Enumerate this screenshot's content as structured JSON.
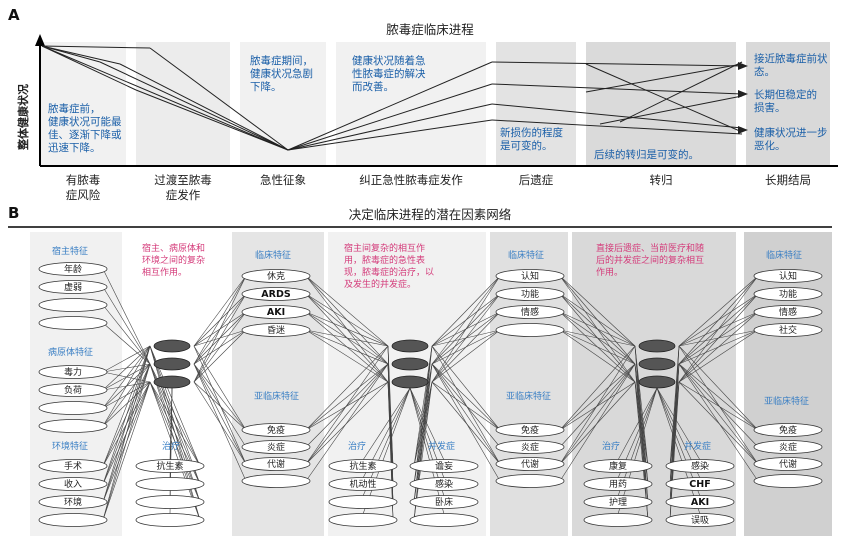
{
  "panel_a": {
    "letter": "A",
    "title": "脓毒症临床进程",
    "y_axis_label": "整体健康状况",
    "stages": [
      "有脓毒\n症风险",
      "过渡至脓毒\n症发作",
      "急性征象",
      "纠正急性脓毒症发作",
      "后遗症",
      "转归",
      "长期结局"
    ],
    "annotations": {
      "pre_sepsis": [
        "脓毒症前，",
        "健康状况可能最",
        "佳、逐渐下降或",
        "迅速下降。"
      ],
      "during_sepsis": [
        "脓毒症期间，",
        "健康状况急剧",
        "下降。"
      ],
      "recovery": [
        "健康状况随着急",
        "性脓毒症的解决",
        "而改善。"
      ],
      "new_damage": [
        "新损伤的程度",
        "是可变的。"
      ],
      "later_outcome": [
        "后续的转归是可变的。"
      ],
      "outcome_1": [
        "接近脓毒症前状",
        "态。"
      ],
      "outcome_2": [
        "长期但稳定的",
        "损害。"
      ],
      "outcome_3": [
        "健康状况进一步",
        "恶化。"
      ]
    }
  },
  "panel_b": {
    "letter": "B",
    "title": "决定临床进程的潜在因素网络",
    "col1": {
      "host_header": "宿主特征",
      "host_items": [
        "年龄",
        "虚弱"
      ],
      "pathogen_header": "病原体特征",
      "pathogen_items": [
        "毒力",
        "负荷"
      ],
      "env_header": "环境特征",
      "env_items": [
        "手术",
        "收入",
        "环境"
      ]
    },
    "col2": {
      "text": [
        "宿主、病原体和",
        "环境之间的复杂",
        "相互作用。"
      ],
      "treatment_header": "治疗",
      "treatment_items": [
        "抗生素"
      ]
    },
    "col3": {
      "clinical_header": "临床特征",
      "clinical_items": [
        "休克",
        "ARDS",
        "AKI",
        "昏迷"
      ],
      "subclinical_header": "亚临床特征",
      "subclinical_items": [
        "免疫",
        "炎症",
        "代谢"
      ]
    },
    "col4": {
      "text": [
        "宿主间复杂的相互作",
        "用，脓毒症的急性表",
        "现，脓毒症的治疗，以",
        "及发生的并发症。"
      ],
      "treatment_header": "治疗",
      "treatment_items": [
        "抗生素",
        "机动性"
      ],
      "complication_header": "并发症",
      "complication_items": [
        "谵妄",
        "感染",
        "卧床"
      ]
    },
    "col5": {
      "clinical_header": "临床特征",
      "clinical_items": [
        "认知",
        "功能",
        "情感"
      ],
      "subclinical_header": "亚临床特征",
      "subclinical_items": [
        "免疫",
        "炎症",
        "代谢"
      ]
    },
    "col6": {
      "text": [
        "直接后遗症、当前医疗和随",
        "后的并发症之间的复杂相互",
        "作用。"
      ],
      "treatment_header": "治疗",
      "treatment_items": [
        "康复",
        "用药",
        "护理"
      ],
      "complication_header": "并发症",
      "complication_items": [
        "感染",
        "CHF",
        "AKI",
        "误吸"
      ]
    },
    "col7": {
      "clinical_header": "临床特征",
      "clinical_items": [
        "认知",
        "功能",
        "情感",
        "社交"
      ],
      "subclinical_header": "亚临床特征",
      "subclinical_items": [
        "免疫",
        "炎症",
        "代谢"
      ]
    }
  },
  "colors": {
    "band_light": "#f1f1f1",
    "band_dark": "#d9d9d9",
    "blue_text": "#1a5fa8",
    "pink_text": "#d43b7a",
    "hub": "#555555"
  }
}
